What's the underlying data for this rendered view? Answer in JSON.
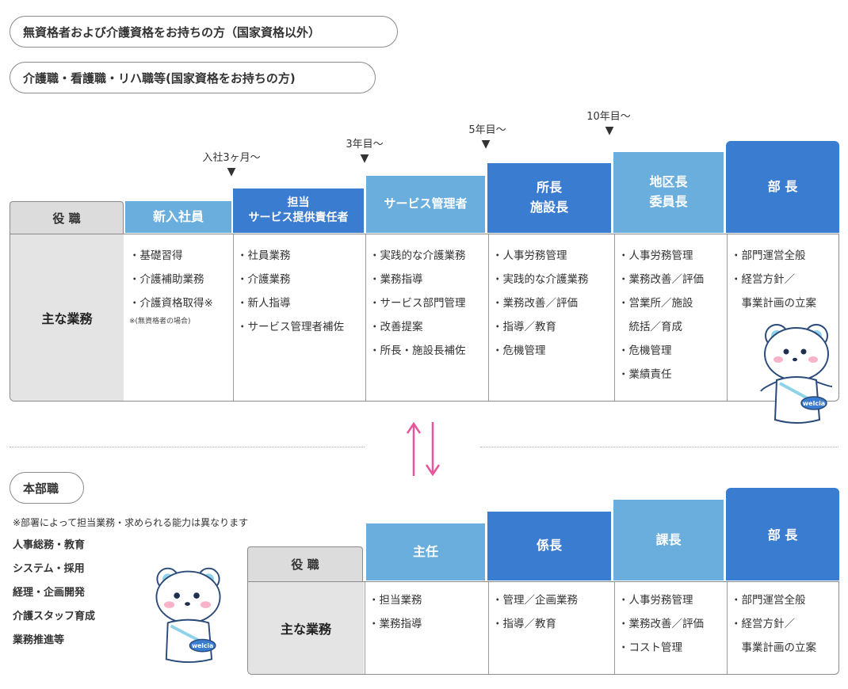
{
  "categories": {
    "unqualified": "無資格者および介護資格をお持ちの方（国家資格以外）",
    "qualified": "介護職・看護職・リハ職等(国家資格をお持ちの方)",
    "headquarters": "本部職"
  },
  "timeline": {
    "t1": "入社3ヶ月〜",
    "t2": "3年目〜",
    "t3": "5年目〜",
    "t4": "10年目〜"
  },
  "field": {
    "role_header": "役 職",
    "duties_header": "主な業務"
  },
  "care_track": {
    "roles": [
      {
        "lines": [
          "新入社員"
        ]
      },
      {
        "lines": [
          "担当",
          "サービス提供責任者"
        ]
      },
      {
        "lines": [
          "サービス管理者"
        ]
      },
      {
        "lines": [
          "所長",
          "施設長"
        ]
      },
      {
        "lines": [
          "地区長",
          "委員長"
        ]
      },
      {
        "lines": [
          "部 長"
        ]
      }
    ],
    "duties": [
      [
        "・基礎習得",
        "・介護補助業務",
        "・介護資格取得※"
      ],
      [
        "・社員業務",
        "・介護業務",
        "・新人指導",
        "・サービス管理者補佐"
      ],
      [
        "・実践的な介護業務",
        "・業務指導",
        "・サービス部門管理",
        "・改善提案",
        "・所長・施設長補佐"
      ],
      [
        "・人事労務管理",
        "・実践的な介護業務",
        "・業務改善／評価",
        "・指導／教育",
        "・危機管理"
      ],
      [
        "・人事労務管理",
        "・業務改善／評価",
        "・営業所／施設",
        "　統括／育成",
        "・危機管理",
        "・業績責任"
      ],
      [
        "・部門運営全般",
        "・経営方針／",
        "　事業計画の立案"
      ]
    ],
    "note": "※(無資格者の場合)"
  },
  "hq_track": {
    "note": "※部署によって担当業務・求められる能力は異なります",
    "departments": [
      "人事総務・教育",
      "システム・採用",
      "経理・企画開発",
      "介護スタッフ育成",
      "業務推進等"
    ],
    "roles": [
      "主任",
      "係長",
      "課長",
      "部 長"
    ],
    "duties": [
      [
        "・担当業務",
        "・業務指導"
      ],
      [
        "・管理／企画業務",
        "・指導／教育"
      ],
      [
        "・人事労務管理",
        "・業務改善／評価",
        "・コスト管理"
      ],
      [
        "・部門運営全般",
        "・経営方針／",
        "　事業計画の立案"
      ]
    ]
  },
  "mascot": {
    "sash_text": "welcia"
  },
  "colors": {
    "light_blue": "#6aaede",
    "dark_blue": "#3a7cd0",
    "arrow_pink": "#e8559a"
  }
}
